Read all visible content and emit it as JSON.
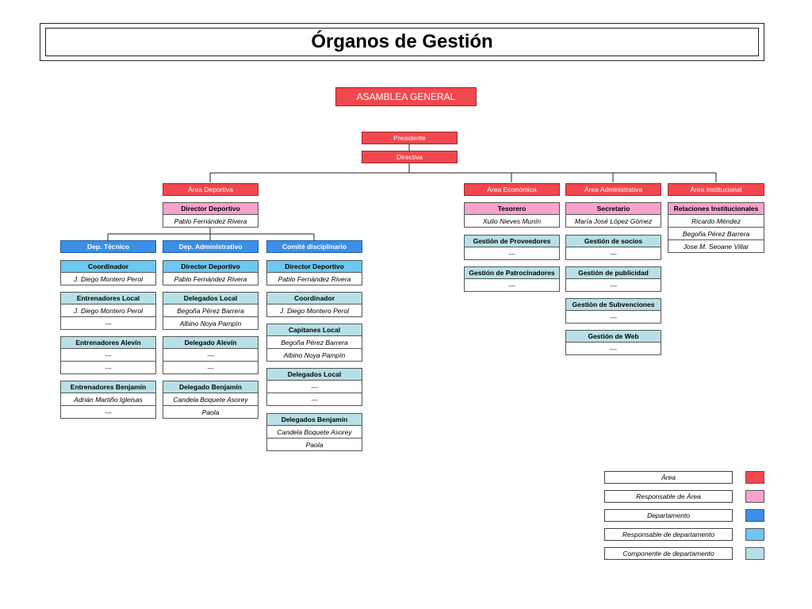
{
  "title": "Órganos de Gestión",
  "top": {
    "asamblea": "ASAMBLEA GENERAL",
    "presidente": "Presidente",
    "directiva": "Directiva"
  },
  "areas": {
    "deportiva": {
      "label": "Área Deportiva",
      "resp_title": "Director Deportivo",
      "resp_name": "Pablo Fernández Rivera"
    },
    "economica": {
      "label": "Área Económica",
      "resp_title": "Tesorero",
      "resp_name": "Xulio Nieves Munín"
    },
    "administrativa": {
      "label": "Área Administrativa",
      "resp_title": "Secretario",
      "resp_name": "María José López Gómez"
    },
    "institucional": {
      "label": "Área Institucional",
      "resp_title": "Relaciones Institucionales",
      "members": [
        "Ricardo Méndez",
        "Begoña Pérez Barrera",
        "Jose M. Seoane Villar"
      ]
    }
  },
  "departments": {
    "tecnico": {
      "label": "Dep. Técnico",
      "coord_title": "Coordinador",
      "coord_name": "J. Diego Montero Perol",
      "groups": [
        {
          "title": "Entrenadores Local",
          "rows": [
            "J. Diego Montero Perol",
            "---"
          ]
        },
        {
          "title": "Entrenadores Alevín",
          "rows": [
            "---",
            "---"
          ]
        },
        {
          "title": "Entrenadores Benjamín",
          "rows": [
            "Adrián Martiño Igleisas",
            "---"
          ]
        }
      ]
    },
    "administrativo": {
      "label": "Dep. Administrativo",
      "coord_title": "Director Deportivo",
      "coord_name": "Pablo Fernández Rivera",
      "groups": [
        {
          "title": "Delegados Local",
          "rows": [
            "Begoña Pérez Barrera",
            "Albino Noya Pampín"
          ]
        },
        {
          "title": "Delegado Alevín",
          "rows": [
            "---",
            "---"
          ]
        },
        {
          "title": "Delegado Benjamín",
          "rows": [
            "Candela Boquete Asorey",
            "Paola"
          ]
        }
      ]
    },
    "disciplinario": {
      "label": "Comité disciplinario",
      "coord_title": "Director Deportivo",
      "coord_name": "Pablo Fernández Rivera",
      "groups": [
        {
          "title": "Coordinador",
          "rows": [
            "J. Diego Montero Perol"
          ]
        },
        {
          "title": "Capitanes Local",
          "rows": [
            "Begoña Pérez Barrera",
            "Albino Noya Pampín"
          ]
        },
        {
          "title": "Delegados Local",
          "rows": [
            "---",
            "---"
          ]
        },
        {
          "title": "Delegados Benjamín",
          "rows": [
            "Candela Boquete Asorey",
            "Paola"
          ]
        }
      ]
    }
  },
  "economica_groups": [
    {
      "title": "Gestión  de Proveedores",
      "rows": [
        "---"
      ]
    },
    {
      "title": "Gestión de Patrocinadores",
      "rows": [
        "---"
      ]
    }
  ],
  "administrativa_groups": [
    {
      "title": "Gestión de socios",
      "rows": [
        "---"
      ]
    },
    {
      "title": "Gestión de publicidad",
      "rows": [
        "---"
      ]
    },
    {
      "title": "Gestión de Subvenciones",
      "rows": [
        "---"
      ]
    },
    {
      "title": "Gestión de Web",
      "rows": [
        "---"
      ]
    }
  ],
  "legend": [
    {
      "label": "Área",
      "color": "#f0484e"
    },
    {
      "label": "Responsable de Área",
      "color": "#f6a3cb"
    },
    {
      "label": "Departamento",
      "color": "#3b8fe6"
    },
    {
      "label": "Responsable de departamento",
      "color": "#6cc8f0"
    },
    {
      "label": "Componente de departamento",
      "color": "#b7e0e6"
    }
  ]
}
